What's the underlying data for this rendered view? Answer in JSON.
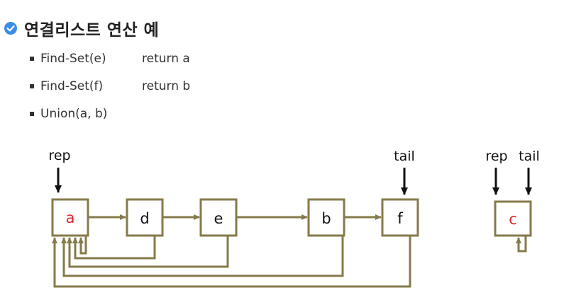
{
  "title": "연결리스트 연산 예",
  "bullets": [
    {
      "op": "Find-Set(e)",
      "result": "return  a"
    },
    {
      "op": "Find-Set(f)",
      "result": "return  b"
    },
    {
      "op": "Union(a, b)",
      "result": ""
    }
  ],
  "diagram": {
    "labels": {
      "rep_left": "rep",
      "tail_left": "tail",
      "rep_right": "rep",
      "tail_right": "tail"
    },
    "nodes": {
      "a": "a",
      "d": "d",
      "e": "e",
      "b": "b",
      "f": "f",
      "c": "c"
    },
    "colors": {
      "border": "#857a4b",
      "arrow": "#857a4b",
      "rep_letter": "#e0252b",
      "letter": "#111111",
      "check": "#3a8ee6"
    }
  }
}
